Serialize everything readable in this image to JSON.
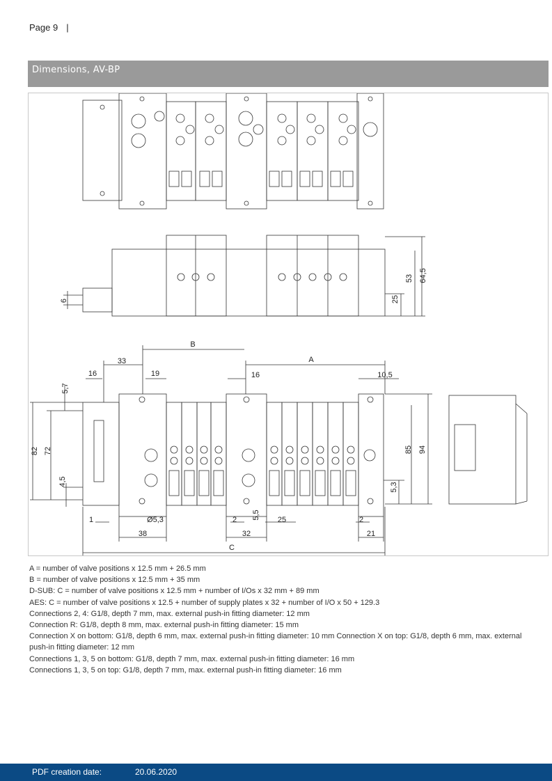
{
  "header": {
    "page_label": "Page  9",
    "separator": "|"
  },
  "section": {
    "title": "Dimensions, AV-BP"
  },
  "drawing": {
    "dimensions": {
      "B": "B",
      "A": "A",
      "C": "C",
      "d33": "33",
      "d16a": "16",
      "d19": "19",
      "d16b": "16",
      "d10_5": "10,5",
      "d5_7": "5,7",
      "d82": "82",
      "d72": "72",
      "d4_5": "4,5",
      "d85": "85",
      "d94": "94",
      "d5_3": "5,3",
      "d1": "1",
      "d5_3dia": "Ø5,3",
      "d2a": "2",
      "d5_5": "5,5",
      "d25": "25",
      "d2b": "2",
      "d38": "38",
      "d32": "32",
      "d21": "21",
      "d6": "6",
      "d25side": "25",
      "d53": "53",
      "d64_5": "64,5"
    }
  },
  "notes": [
    "A = number of valve positions x 12.5 mm + 26.5 mm",
    "B = number of valve positions x 12.5 mm + 35 mm",
    "D-SUB: C = number of valve positions x 12.5 mm + number of I/Os x 32 mm + 89 mm",
    "AES: C = number of valve positions x 12.5 + number of supply plates x 32 + number of I/O x 50 + 129.3",
    "Connections 2, 4: G1/8, depth 7 mm, max. external push-in fitting diameter: 12 mm",
    "Connection R: G1/8, depth 8 mm, max. external push-in fitting diameter: 15 mm",
    "Connection X on bottom: G1/8, depth 6 mm, max. external push-in fitting diameter: 10 mm Connection X on top: G1/8, depth 6 mm, max. external push-in fitting diameter: 12 mm",
    "Connections 1, 3, 5 on bottom: G1/8, depth 7 mm, max. external push-in fitting diameter: 16 mm",
    "Connections 1, 3, 5 on top: G1/8, depth 7 mm, max. external push-in fitting diameter: 16 mm"
  ],
  "footer": {
    "label": "PDF creation date:",
    "value": "20.06.2020"
  }
}
